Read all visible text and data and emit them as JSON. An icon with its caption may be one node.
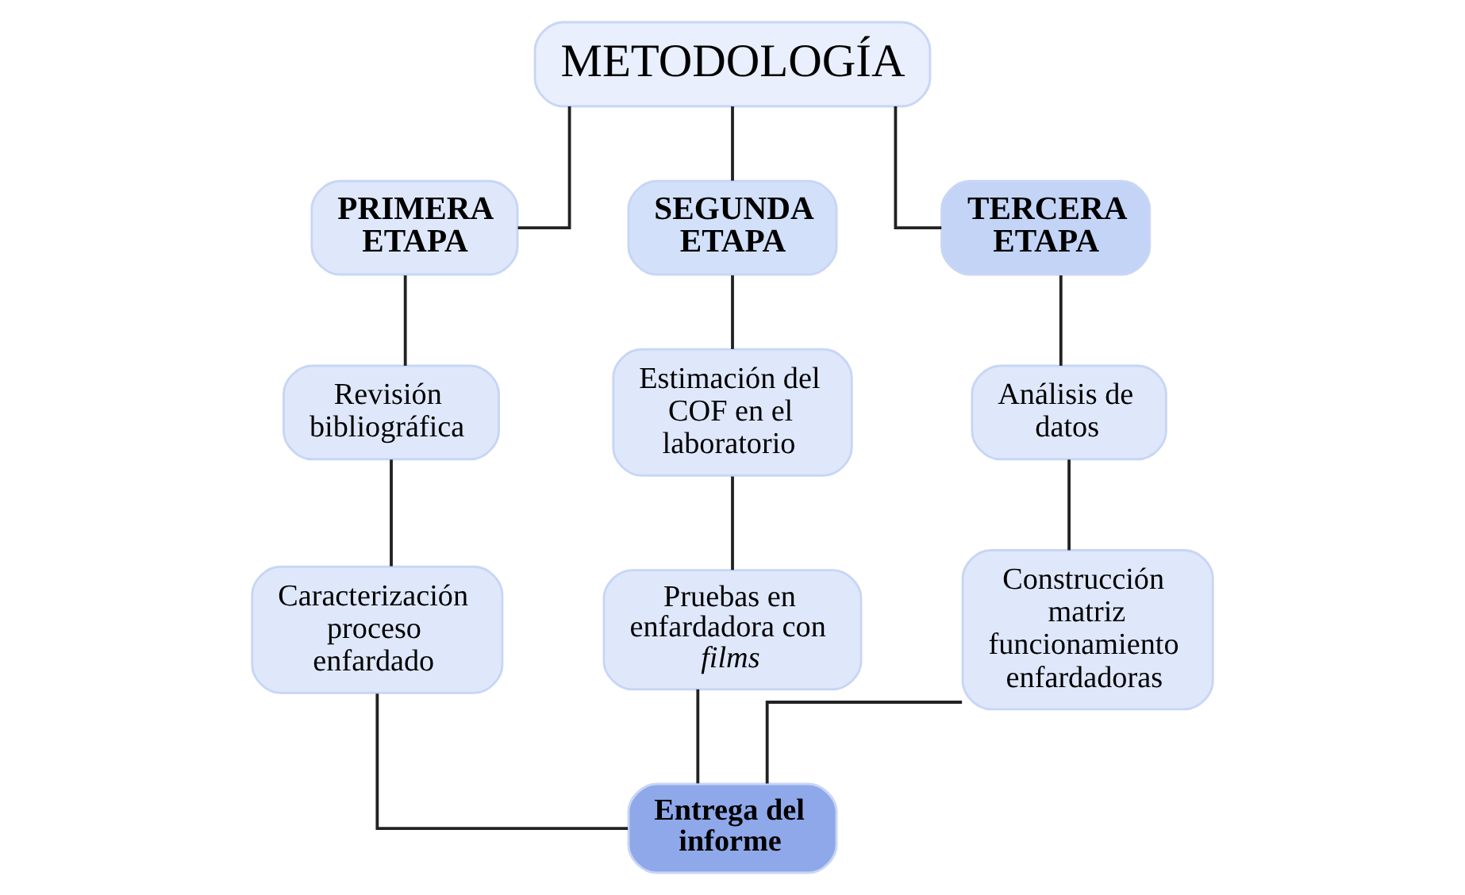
{
  "diagram": {
    "nodes": [
      {
        "text": [
          "METODOLOGÍA"
        ]
      },
      {
        "text": [
          "PRIMERA ETAPA"
        ]
      },
      {
        "text": [
          "SEGUNDA ETAPA"
        ]
      },
      {
        "text": [
          "TERCERA ETAPA"
        ]
      },
      {
        "text": [
          "Revisión bibliográfica"
        ]
      },
      {
        "text": [
          "Caracterización proceso enfardado"
        ]
      },
      {
        "text": [
          "Estimación del COF en el laboratorio"
        ]
      },
      {
        "text": [
          "Pruebas en enfardadora con *films*"
        ]
      },
      {
        "text": [
          "Análisis de datos"
        ]
      },
      {
        "text": [
          "Construcción matriz funcionamiento enfardadoras"
        ]
      },
      {
        "text": [
          "Entrega del informe"
        ]
      }
    ],
    "edges": [
      {
        "from": 0,
        "to": 1,
        "arrow": "none"
      },
      {
        "from": 0,
        "to": 2,
        "arrow": "none"
      },
      {
        "from": 0,
        "to": 3,
        "arrow": "none"
      },
      {
        "from": 1,
        "to": 4,
        "arrow": "none"
      },
      {
        "from": 4,
        "to": 5,
        "arrow": "none"
      },
      {
        "from": 2,
        "to": 6,
        "arrow": "none"
      },
      {
        "from": 6,
        "to": 7,
        "arrow": "none"
      },
      {
        "from": 3,
        "to": 8,
        "arrow": "none"
      },
      {
        "from": 8,
        "to": 9,
        "arrow": "none"
      },
      {
        "from": 5,
        "to": 10,
        "arrow": "none"
      },
      {
        "from": 7,
        "to": 10,
        "arrow": "none"
      },
      {
        "from": 9,
        "to": 10,
        "arrow": "none"
      }
    ]
  }
}
